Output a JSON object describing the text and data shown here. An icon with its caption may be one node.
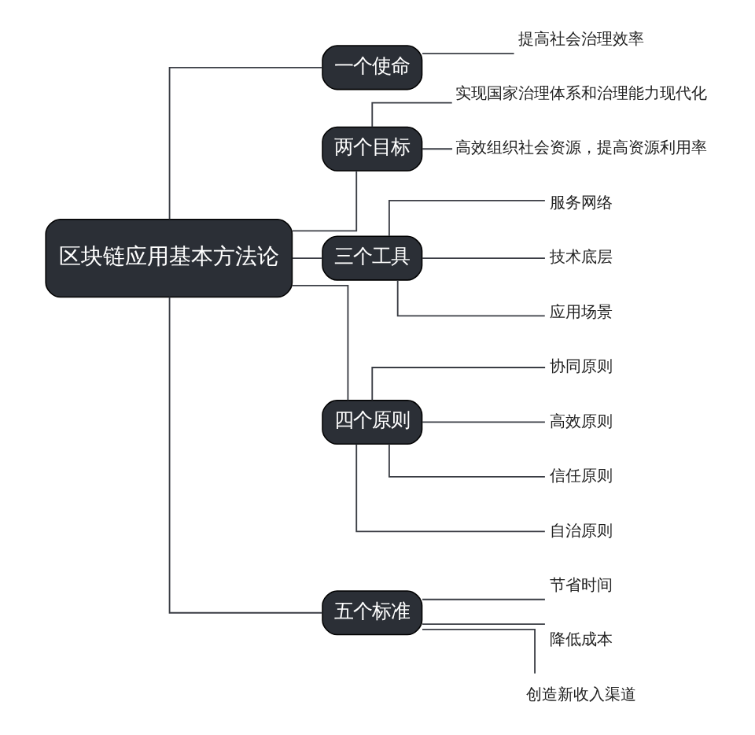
{
  "diagram": {
    "nodes": [
      {
        "text": [
          "区块链应用基本方法论"
        ]
      },
      {
        "text": [
          "一个使命"
        ]
      },
      {
        "text": [
          "提高社会治理效率"
        ]
      },
      {
        "text": [
          "两个目标"
        ]
      },
      {
        "text": [
          "实现国家治理体系和治理能力现代化"
        ]
      },
      {
        "text": [
          "高效组织社会资源，提高资源利用率"
        ]
      },
      {
        "text": [
          "三个工具"
        ]
      },
      {
        "text": [
          "服务网络"
        ]
      },
      {
        "text": [
          "技术底层"
        ]
      },
      {
        "text": [
          "应用场景"
        ]
      },
      {
        "text": [
          "四个原则"
        ]
      },
      {
        "text": [
          "协同原则"
        ]
      },
      {
        "text": [
          "高效原则"
        ]
      },
      {
        "text": [
          "信任原则"
        ]
      },
      {
        "text": [
          "自治原则"
        ]
      },
      {
        "text": [
          "五个标准"
        ]
      },
      {
        "text": [
          "节省时间"
        ]
      },
      {
        "text": [
          "降低成本"
        ]
      },
      {
        "text": [
          "创造新收入渠道"
        ]
      }
    ],
    "edges": [
      {
        "from": 0,
        "to": 1,
        "arrow": "none"
      },
      {
        "from": 0,
        "to": 3,
        "arrow": "none"
      },
      {
        "from": 0,
        "to": 6,
        "arrow": "none"
      },
      {
        "from": 0,
        "to": 10,
        "arrow": "none"
      },
      {
        "from": 0,
        "to": 15,
        "arrow": "none"
      },
      {
        "from": 1,
        "to": 2,
        "arrow": "none"
      },
      {
        "from": 3,
        "to": 4,
        "arrow": "none"
      },
      {
        "from": 3,
        "to": 5,
        "arrow": "none"
      },
      {
        "from": 6,
        "to": 7,
        "arrow": "none"
      },
      {
        "from": 6,
        "to": 8,
        "arrow": "none"
      },
      {
        "from": 6,
        "to": 9,
        "arrow": "none"
      },
      {
        "from": 10,
        "to": 11,
        "arrow": "none"
      },
      {
        "from": 10,
        "to": 12,
        "arrow": "none"
      },
      {
        "from": 10,
        "to": 13,
        "arrow": "none"
      },
      {
        "from": 10,
        "to": 14,
        "arrow": "none"
      },
      {
        "from": 15,
        "to": 16,
        "arrow": "none"
      },
      {
        "from": 15,
        "to": 17,
        "arrow": "none"
      },
      {
        "from": 15,
        "to": 18,
        "arrow": "none"
      }
    ]
  }
}
